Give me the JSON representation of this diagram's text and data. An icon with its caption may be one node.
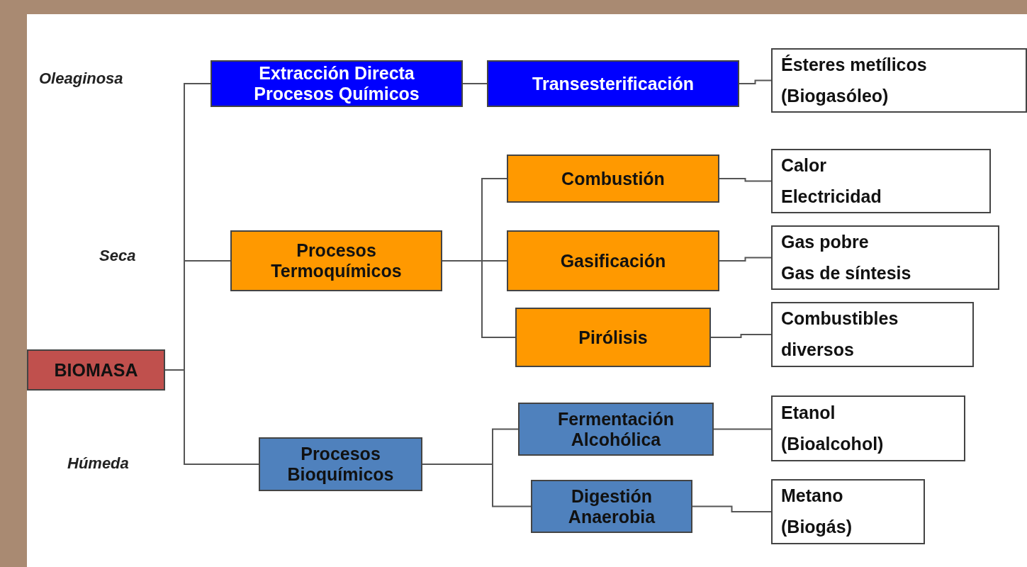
{
  "diagram": {
    "nodes": [
      {
        "text": [
          "BIOMASA"
        ]
      },
      {
        "text": [
          "Extracción Directa",
          "Procesos Químicos"
        ]
      },
      {
        "text": [
          "Transesterificación"
        ]
      },
      {
        "text": [
          "Ésteres metílicos",
          "(Biogasóleo)"
        ]
      },
      {
        "text": [
          "Procesos Termoquímicos"
        ]
      },
      {
        "text": [
          "Combustión"
        ]
      },
      {
        "text": [
          "Calor",
          "Electricidad"
        ]
      },
      {
        "text": [
          "Gasificación"
        ]
      },
      {
        "text": [
          "Gas pobre",
          "Gas de síntesis"
        ]
      },
      {
        "text": [
          "Pirólisis"
        ]
      },
      {
        "text": [
          "Combustibles",
          "diversos"
        ]
      },
      {
        "text": [
          "Procesos Bioquímicos"
        ]
      },
      {
        "text": [
          "Fermentación Alcohólica"
        ]
      },
      {
        "text": [
          "Etanol",
          "(Bioalcohol)"
        ]
      },
      {
        "text": [
          "Digestión Anaerobia"
        ]
      },
      {
        "text": [
          "Metano",
          "(Biogás)"
        ]
      }
    ],
    "edges": [
      {
        "from": 0,
        "to": 1,
        "arrow": "none"
      },
      {
        "from": 0,
        "to": 4,
        "arrow": "none"
      },
      {
        "from": 0,
        "to": 11,
        "arrow": "none"
      },
      {
        "from": 1,
        "to": 2,
        "arrow": "none"
      },
      {
        "from": 2,
        "to": 3,
        "arrow": "none"
      },
      {
        "from": 4,
        "to": 5,
        "arrow": "none"
      },
      {
        "from": 4,
        "to": 7,
        "arrow": "none"
      },
      {
        "from": 4,
        "to": 9,
        "arrow": "none"
      },
      {
        "from": 5,
        "to": 6,
        "arrow": "none"
      },
      {
        "from": 7,
        "to": 8,
        "arrow": "none"
      },
      {
        "from": 9,
        "to": 10,
        "arrow": "none"
      },
      {
        "from": 11,
        "to": 12,
        "arrow": "none"
      },
      {
        "from": 11,
        "to": 14,
        "arrow": "none"
      },
      {
        "from": 12,
        "to": 13,
        "arrow": "none"
      },
      {
        "from": 14,
        "to": 15,
        "arrow": "none"
      }
    ],
    "labels": [
      "Oleaginosa",
      "Seca",
      "Húmeda"
    ]
  }
}
